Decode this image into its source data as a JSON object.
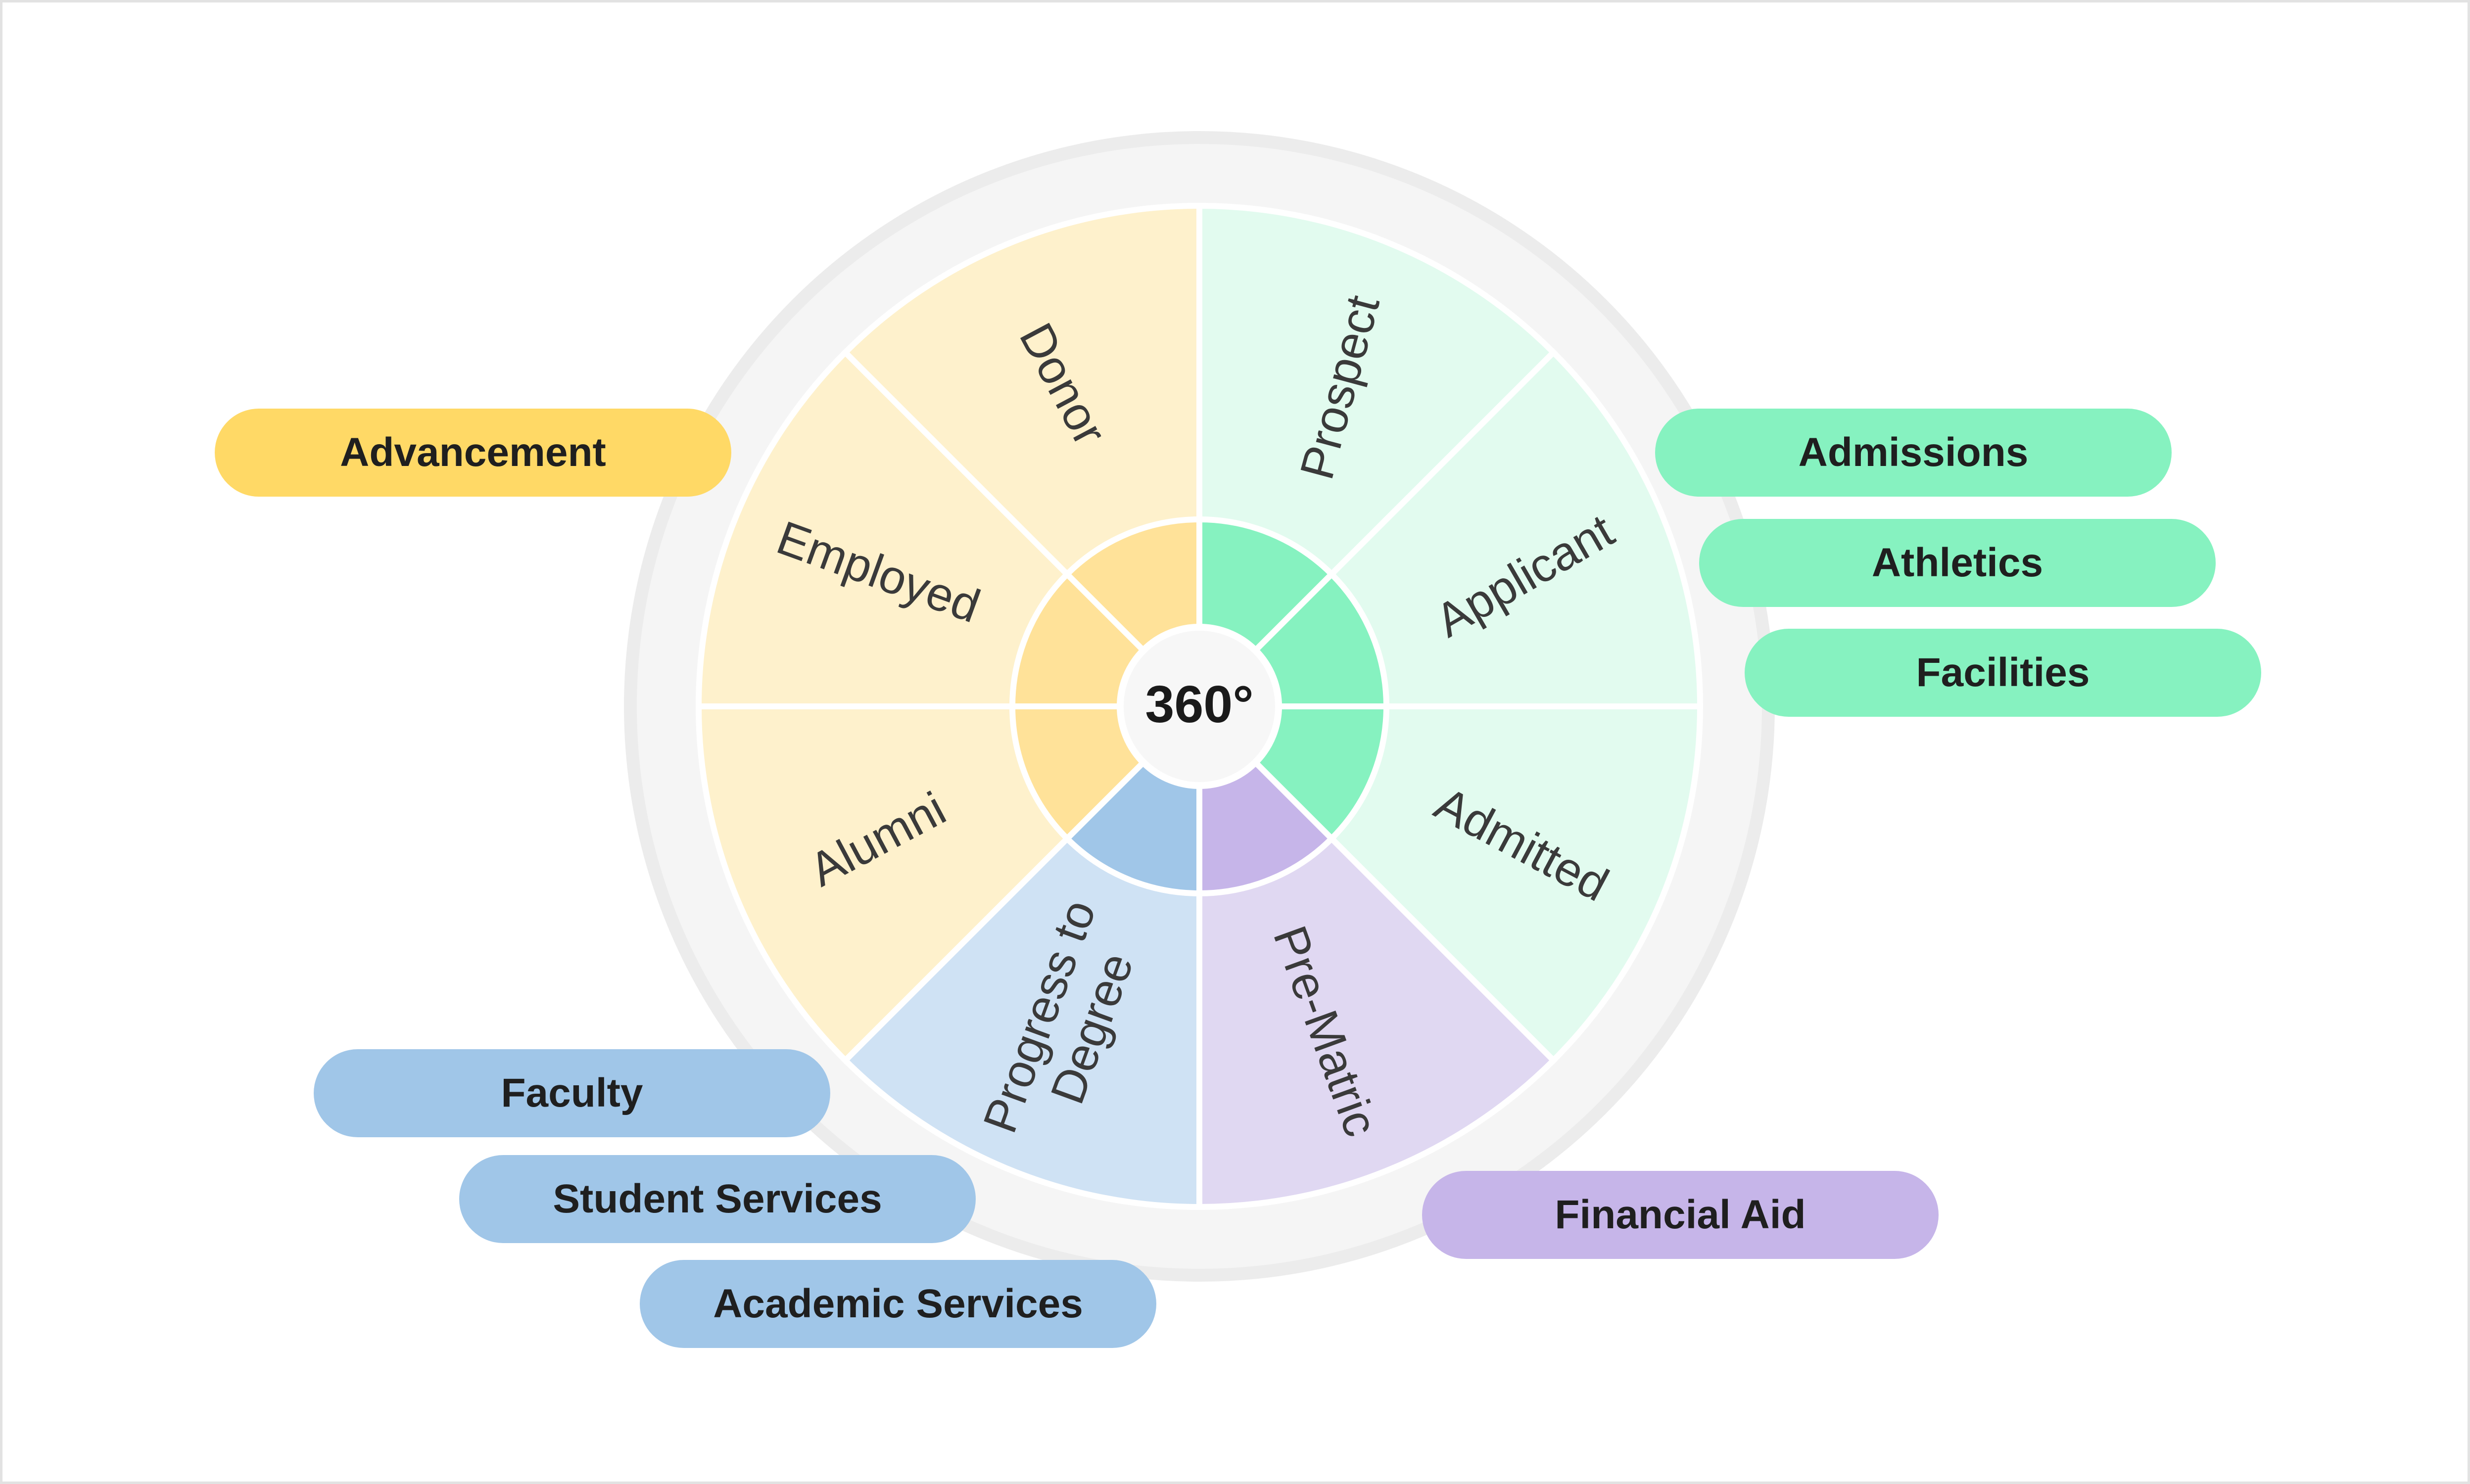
{
  "colors": {
    "yellow_outer": "#fef1cc",
    "yellow_inner": "#ffe299",
    "green_outer": "#e2fbef",
    "green_inner": "#86f2c0",
    "blue_outer": "#cfe2f4",
    "blue_inner": "#a0c6e8",
    "purple_outer": "#e0d8f2",
    "purple_inner": "#c6b5e9",
    "ring": "#f5f5f5",
    "pill_yellow": "#ffd966",
    "pill_green": "#86f2c0",
    "pill_blue": "#a0c6e8",
    "pill_purple": "#c6b5e9"
  },
  "center": {
    "label": "360°"
  },
  "segments": [
    {
      "id": "prospect",
      "label": "Prospect",
      "group": "green"
    },
    {
      "id": "applicant",
      "label": "Applicant",
      "group": "green"
    },
    {
      "id": "admitted",
      "label": "Admitted",
      "group": "green"
    },
    {
      "id": "pre-matric",
      "label": "Pre-Matric",
      "group": "purple"
    },
    {
      "id": "progress-to-degree",
      "label": "Progress to Degree",
      "label_lines": [
        "Progress to",
        "Degree"
      ],
      "group": "blue"
    },
    {
      "id": "alumni",
      "label": "Alumni",
      "group": "yellow"
    },
    {
      "id": "employed",
      "label": "Employed",
      "group": "yellow"
    },
    {
      "id": "donor",
      "label": "Donor",
      "group": "yellow"
    }
  ],
  "pills": {
    "advancement": "Advancement",
    "admissions": "Admissions",
    "athletics": "Athletics",
    "facilities": "Facilities",
    "faculty": "Faculty",
    "student_services": "Student Services",
    "academic_services": "Academic Services",
    "financial_aid": "Financial Aid"
  }
}
